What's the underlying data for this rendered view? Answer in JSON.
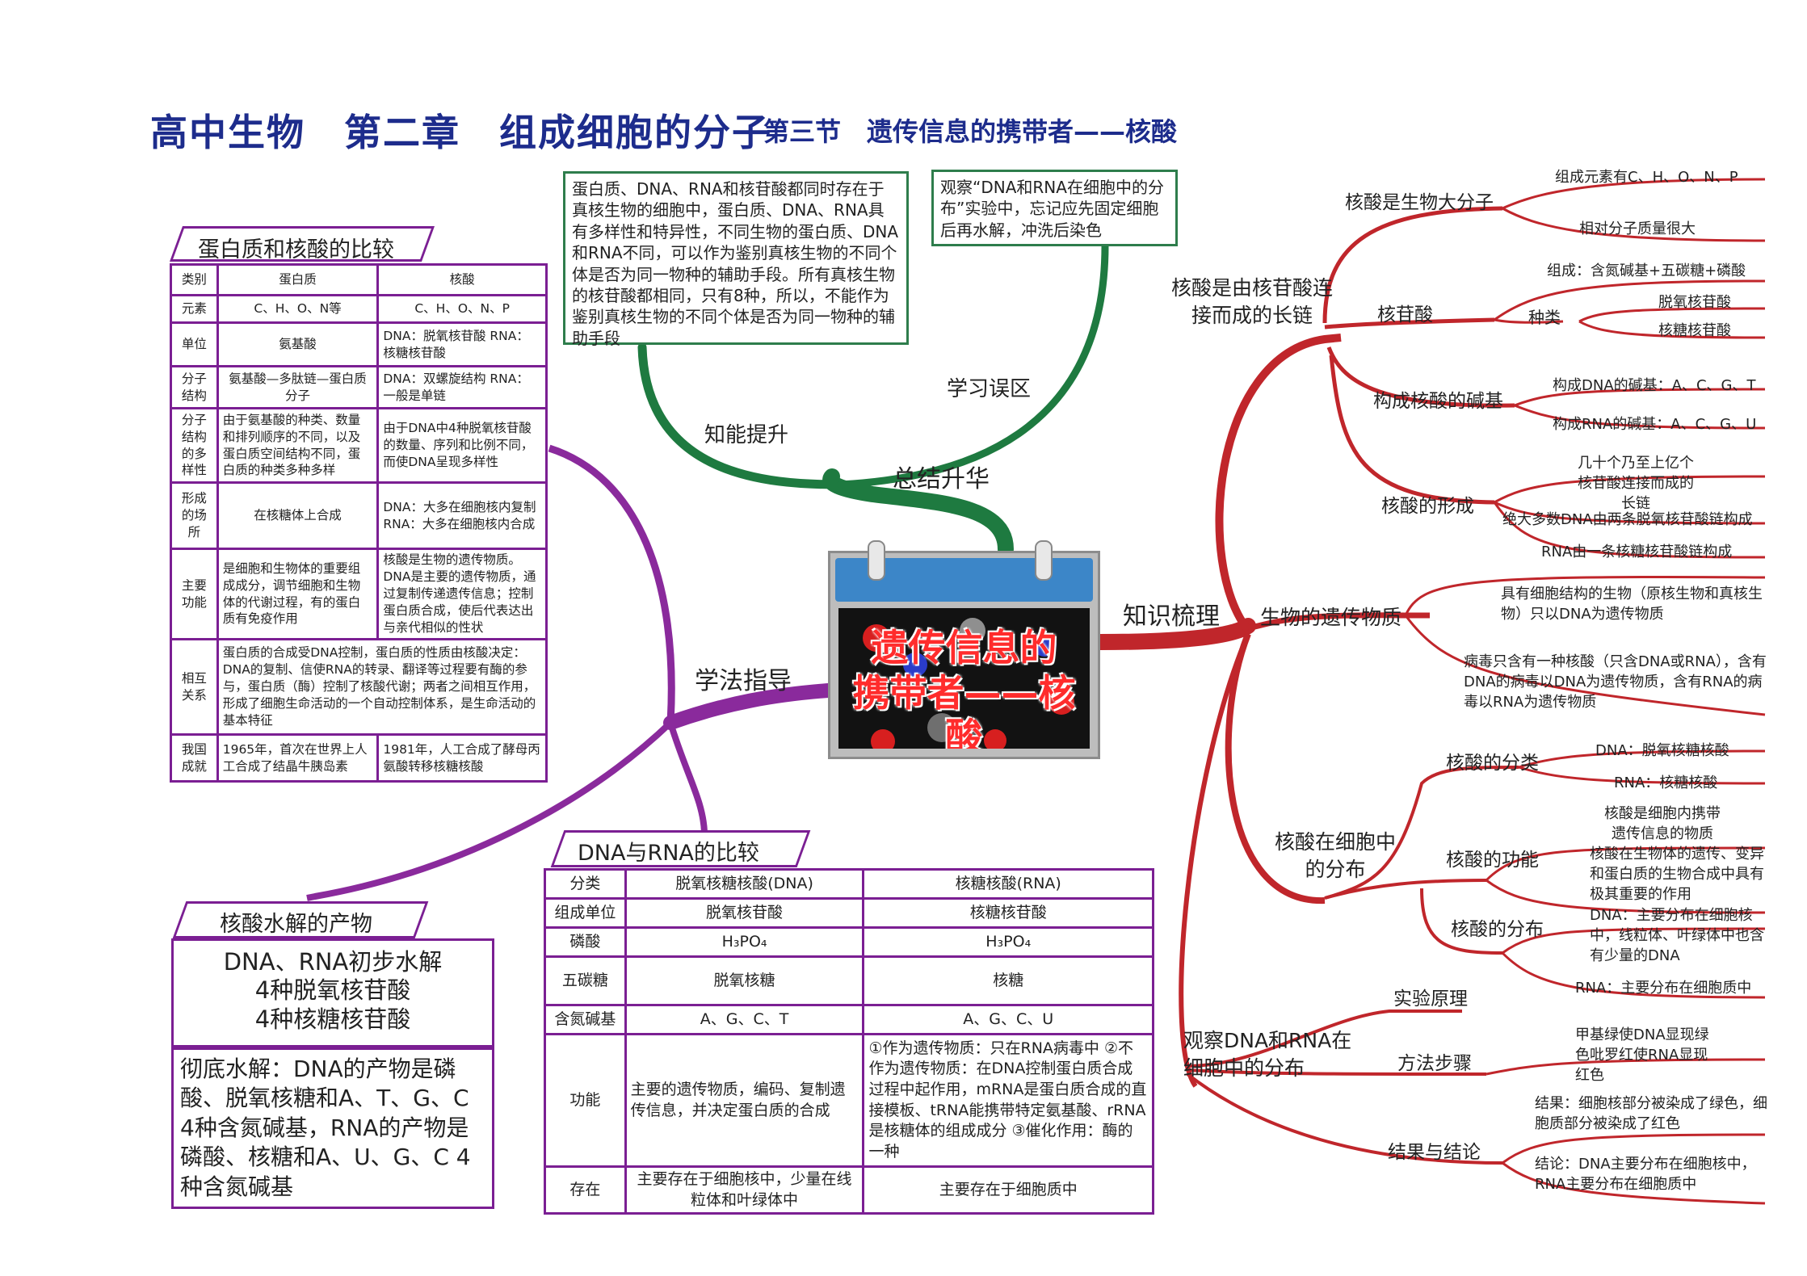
{
  "title": {
    "main": "高中生物　第二章　组成细胞的分子",
    "sub": "第三节　遗传信息的携带者——核酸"
  },
  "center": {
    "line1": "遗传信息的",
    "line2": "携带者——核酸"
  },
  "colors": {
    "title": "#1d2c8c",
    "red_branch": "#c0262b",
    "green_branch": "#1e7a40",
    "purple_branch": "#8a2a9c",
    "table_border": "#7b1f93"
  },
  "branches": {
    "zongjie": "总结升华",
    "zhineng": "知能提升",
    "xuexi": "学习误区",
    "zhishi": "知识梳理",
    "xuefa": "学法指导"
  },
  "notes": {
    "zhineng": "蛋白质、DNA、RNA和核苷酸都同时存在于真核生物的细胞中，蛋白质、DNA、RNA具有多样性和特异性，不同生物的蛋白质、DNA和RNA不同，可以作为鉴别真核生物的不同个体是否为同一物种的辅助手段。所有真核生物的核苷酸都相同，只有8种，所以，不能作为鉴别真核生物的不同个体是否为同一物种的辅助手段",
    "xuexi": "观察“DNA和RNA在细胞中的分布”实验中，忘记应先固定细胞后再水解，冲洗后染色"
  },
  "knowledge": {
    "g1": {
      "title": "核酸是由核苷酸连接而成的长链",
      "a": {
        "label": "核酸是生物大分子",
        "l1": "组成元素有C、H、O、N、P",
        "l2": "相对分子质量很大"
      },
      "b": {
        "label": "核苷酸",
        "l1": "组成：含氮碱基+五碳糖+磷酸",
        "kind": "种类",
        "l2": "脱氧核苷酸",
        "l3": "核糖核苷酸"
      },
      "c": {
        "label": "构成核酸的碱基",
        "l1": "构成DNA的碱基：A、C、G、T",
        "l2": "构成RNA的碱基：A、C、G、U"
      },
      "d": {
        "label": "核酸的形成",
        "l1": "几十个乃至上亿个核苷酸连接而成的长链",
        "l2": "绝大多数DNA由两条脱氧核苷酸链构成",
        "l3": "RNA由一条核糖核苷酸链构成"
      }
    },
    "g2": {
      "title": "生物的遗传物质",
      "l1": "具有细胞结构的生物（原核生物和真核生物）只以DNA为遗传物质",
      "l2": "病毒只含有一种核酸（只含DNA或RNA），含有DNA的病毒以DNA为遗传物质，含有RNA的病毒以RNA为遗传物质"
    },
    "g3": {
      "title": "核酸在细胞中的分布",
      "a": {
        "label": "核酸的分类",
        "l1": "DNA：脱氧核糖核酸",
        "l2": "RNA：核糖核酸"
      },
      "b": {
        "label": "核酸的功能",
        "l1": "核酸是细胞内携带遗传信息的物质",
        "l2": "核酸在生物体的遗传、变异和蛋白质的生物合成中具有极其重要的作用"
      },
      "c": {
        "label": "核酸的分布",
        "l1": "DNA：主要分布在细胞核中，线粒体、叶绿体中也含有少量的DNA",
        "l2": "RNA：主要分布在细胞质中"
      }
    },
    "g4": {
      "title": "观察DNA和RNA在细胞中的分布",
      "a": {
        "label": "实验原理",
        "l1": "甲基绿使DNA显现绿色吡罗红使RNA显现红色"
      },
      "b": {
        "label": "方法步骤"
      },
      "c": {
        "label": "结果与结论",
        "l1": "结果：细胞核部分被染成了绿色，细胞质部分被染成了红色",
        "l2": "结论：DNA主要分布在细胞核中，RNA主要分布在细胞质中"
      }
    }
  },
  "table1": {
    "title": "蛋白质和核酸的比较",
    "header": [
      "类别",
      "蛋白质",
      "核酸"
    ],
    "rows": [
      [
        "元素",
        "C、H、O、N等",
        "C、H、O、N、P"
      ],
      [
        "单位",
        "氨基酸",
        "DNA：脱氧核苷酸 RNA：核糖核苷酸"
      ],
      [
        "分子结构",
        "氨基酸—多肽链—蛋白质分子",
        "DNA：双螺旋结构 RNA：一般是单链"
      ],
      [
        "分子结构的多样性",
        "由于氨基酸的种类、数量和排列顺序的不同，以及蛋白质空间结构不同，蛋白质的种类多种多样",
        "由于DNA中4种脱氧核苷酸的数量、序列和比例不同，而使DNA呈现多样性"
      ],
      [
        "形成的场所",
        "在核糖体上合成",
        "DNA：大多在细胞核内复制 RNA：大多在细胞核内合成"
      ],
      [
        "主要功能",
        "是细胞和生物体的重要组成成分，调节细胞和生物体的代谢过程，有的蛋白质有免疫作用",
        "核酸是生物的遗传物质。DNA是主要的遗传物质，通过复制传递遗传信息；控制蛋白质合成，使后代表达出与亲代相似的性状"
      ],
      [
        "相互关系",
        "蛋白质的合成受DNA控制，蛋白质的性质由核酸决定：DNA的复制、信使RNA的转录、翻译等过程要有酶的参与，蛋白质（酶）控制了核酸代谢；两者之间相互作用，形成了细胞生命活动的一个自动控制体系，是生命活动的基本特征"
      ],
      [
        "我国成就",
        "1965年，首次在世界上人工合成了结晶牛胰岛素",
        "1981年，人工合成了酵母丙氨酸转移核糖核酸"
      ]
    ]
  },
  "table2": {
    "title": "DNA与RNA的比较",
    "header": [
      "分类",
      "脱氧核糖核酸(DNA)",
      "核糖核酸(RNA)"
    ],
    "rows": [
      [
        "组成单位",
        "脱氧核苷酸",
        "核糖核苷酸"
      ],
      [
        "磷酸",
        "H₃PO₄",
        "H₃PO₄"
      ],
      [
        "五碳糖",
        "脱氧核糖",
        "核糖"
      ],
      [
        "含氮碱基",
        "A、G、C、T",
        "A、G、C、U"
      ],
      [
        "功能",
        "主要的遗传物质，编码、复制遗传信息，并决定蛋白质的合成",
        "①作为遗传物质：只在RNA病毒中 ②不作为遗传物质：在DNA控制蛋白质合成过程中起作用，mRNA是蛋白质合成的直接模板、tRNA能携带特定氨基酸、rRNA是核糖体的组成成分 ③催化作用：酶的一种"
      ],
      [
        "存在",
        "主要存在于细胞核中，少量在线粒体和叶绿体中",
        "主要存在于细胞质中"
      ]
    ]
  },
  "hydrolysis": {
    "title": "核酸水解的产物",
    "initial": [
      "DNA、RNA初步水解",
      "4种脱氧核苷酸",
      "4种核糖核苷酸"
    ],
    "full": "彻底水解：DNA的产物是磷酸、脱氧核糖和A、T、G、C 4种含氮碱基，RNA的产物是磷酸、核糖和A、U、G、C 4种含氮碱基"
  }
}
